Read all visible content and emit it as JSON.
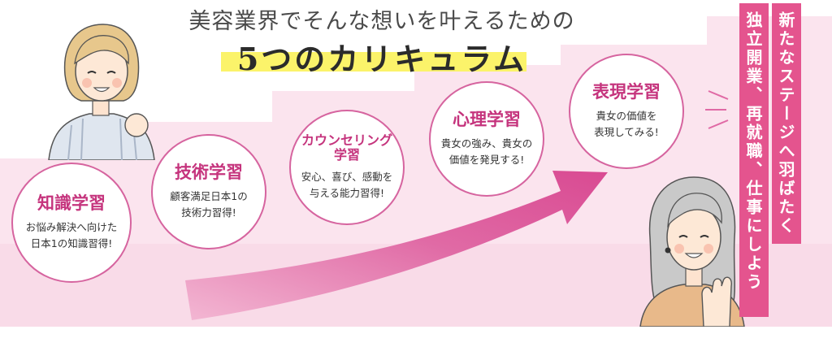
{
  "heading": {
    "line1": "美容業界でそんな想いを叶えるための",
    "line2": "5つのカリキュラム"
  },
  "curriculum": [
    {
      "title": "知識学習",
      "desc_line1": "お悩み解決へ向けた",
      "desc_line2": "日本1の知識習得!"
    },
    {
      "title": "技術学習",
      "desc_line1": "顧客満足日本1の",
      "desc_line2": "技術力習得!"
    },
    {
      "title_line1": "カウンセリング",
      "title_line2": "学習",
      "desc_line1": "安心、喜び、感動を",
      "desc_line2": "与える能力習得!"
    },
    {
      "title": "心理学習",
      "desc_line1": "貴女の強み、貴女の",
      "desc_line2": "価値を発見する!"
    },
    {
      "title": "表現学習",
      "desc_line1": "貴女の価値を",
      "desc_line2": "表現してみる!"
    }
  ],
  "banner": {
    "column_right": "新たなステージへ羽ばたく",
    "column_left": "独立開業、再就職、仕事にしよう"
  },
  "colors": {
    "accent": "#d6649f",
    "title_pink": "#c5347d",
    "banner_pink": "#e4548e",
    "step_pink": "#f9dce9",
    "highlight": "#fbf36a"
  },
  "icons": [
    "woman-left-illustration",
    "woman-right-illustration",
    "growth-arrow",
    "sparkle-lines"
  ]
}
